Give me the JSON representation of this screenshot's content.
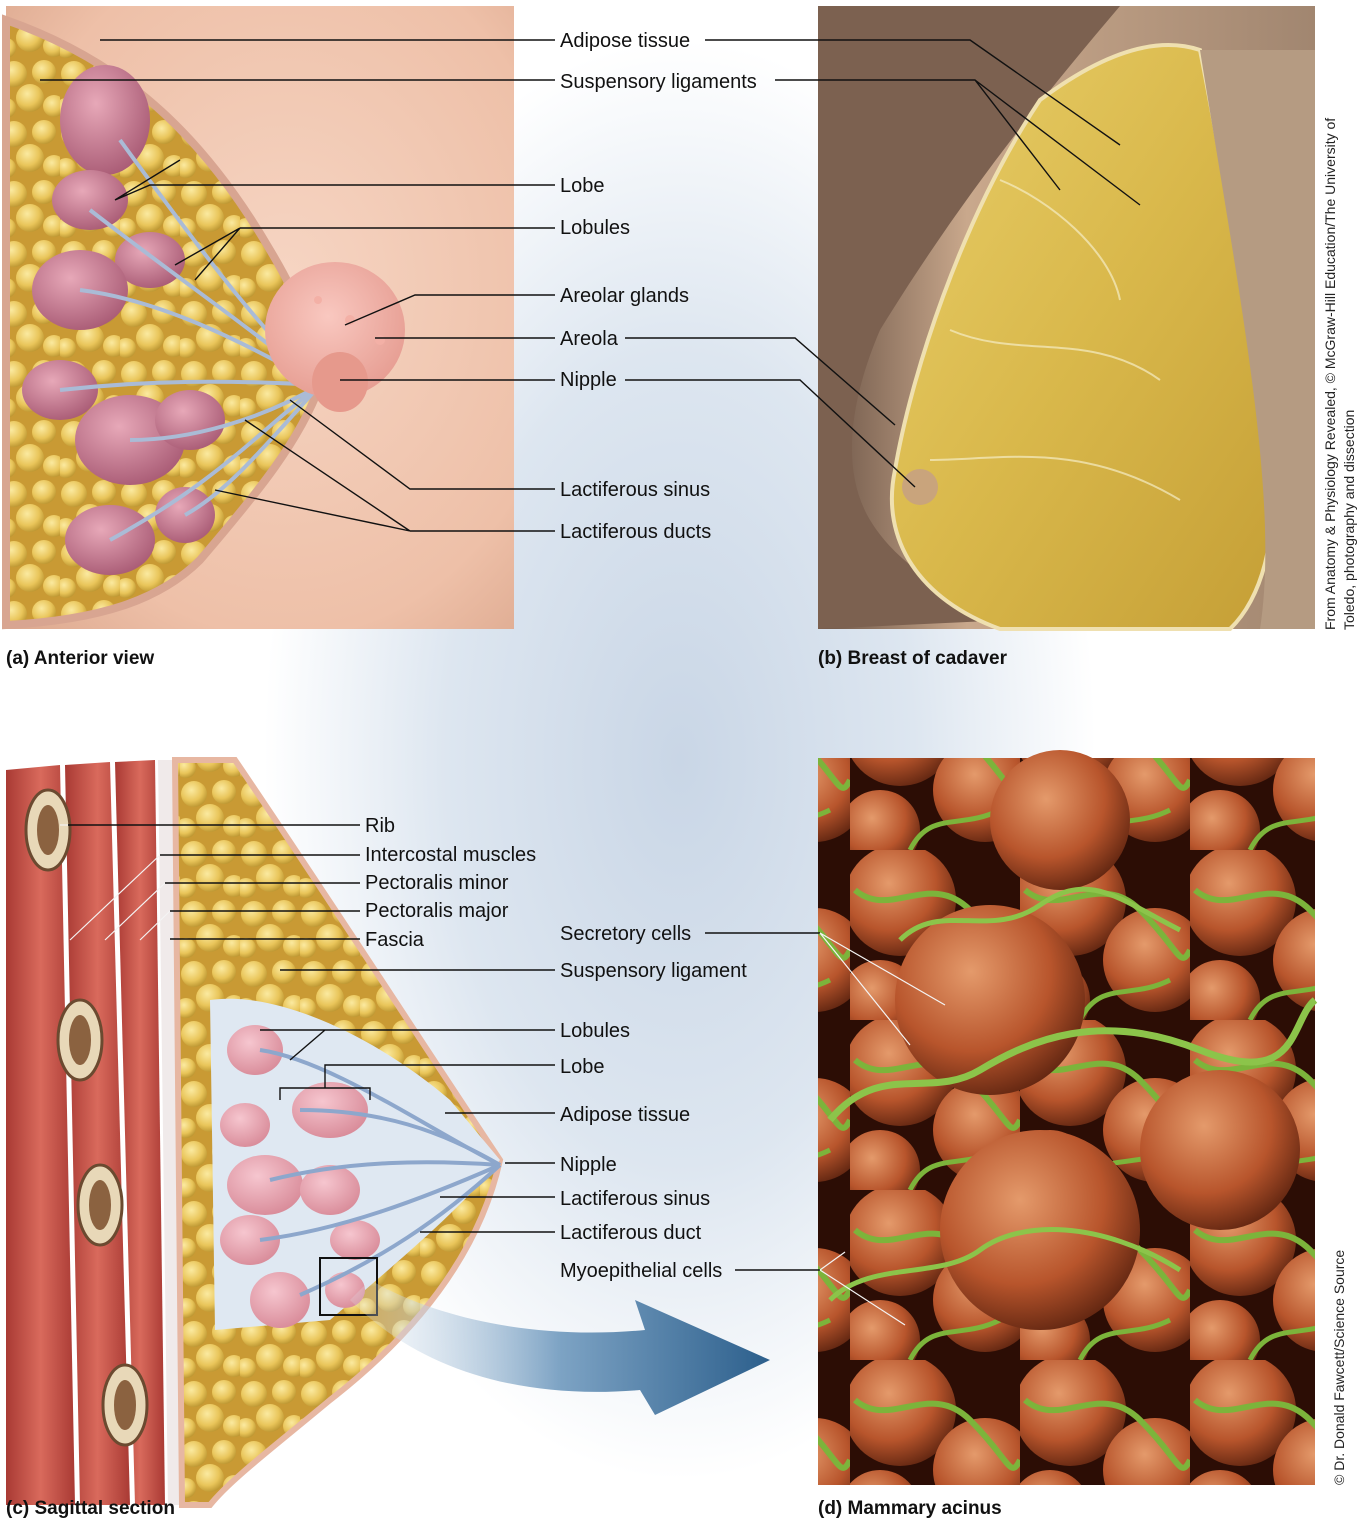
{
  "panel_a": {
    "caption": "(a) Anterior view",
    "labels": {
      "adipose_tissue": "Adipose tissue",
      "suspensory_ligaments": "Suspensory ligaments",
      "lobe": "Lobe",
      "lobules": "Lobules",
      "areolar_glands": "Areolar glands",
      "areola": "Areola",
      "nipple": "Nipple",
      "lactiferous_sinus": "Lactiferous sinus",
      "lactiferous_ducts": "Lactiferous ducts"
    }
  },
  "panel_b": {
    "caption": "(b) Breast of cadaver",
    "credit_line1": "From Anatomy & Physiology Revealed, © McGraw-Hill Education/The University of",
    "credit_line2": "Toledo, photography and dissection"
  },
  "panel_c": {
    "caption": "(c) Sagittal section",
    "labels": {
      "rib": "Rib",
      "intercostal_muscles": "Intercostal muscles",
      "pectoralis_minor": "Pectoralis minor",
      "pectoralis_major": "Pectoralis major",
      "fascia": "Fascia",
      "suspensory_ligament": "Suspensory ligament",
      "lobules": "Lobules",
      "lobe": "Lobe",
      "adipose_tissue": "Adipose tissue",
      "nipple": "Nipple",
      "lactiferous_sinus": "Lactiferous sinus",
      "lactiferous_duct": "Lactiferous duct"
    }
  },
  "panel_d": {
    "caption": "(d) Mammary acinus",
    "labels": {
      "secretory_cells": "Secretory cells",
      "myoepithelial_cells": "Myoepithelial cells"
    },
    "credit": "© Dr. Donald Fawcett/Science Source"
  }
}
